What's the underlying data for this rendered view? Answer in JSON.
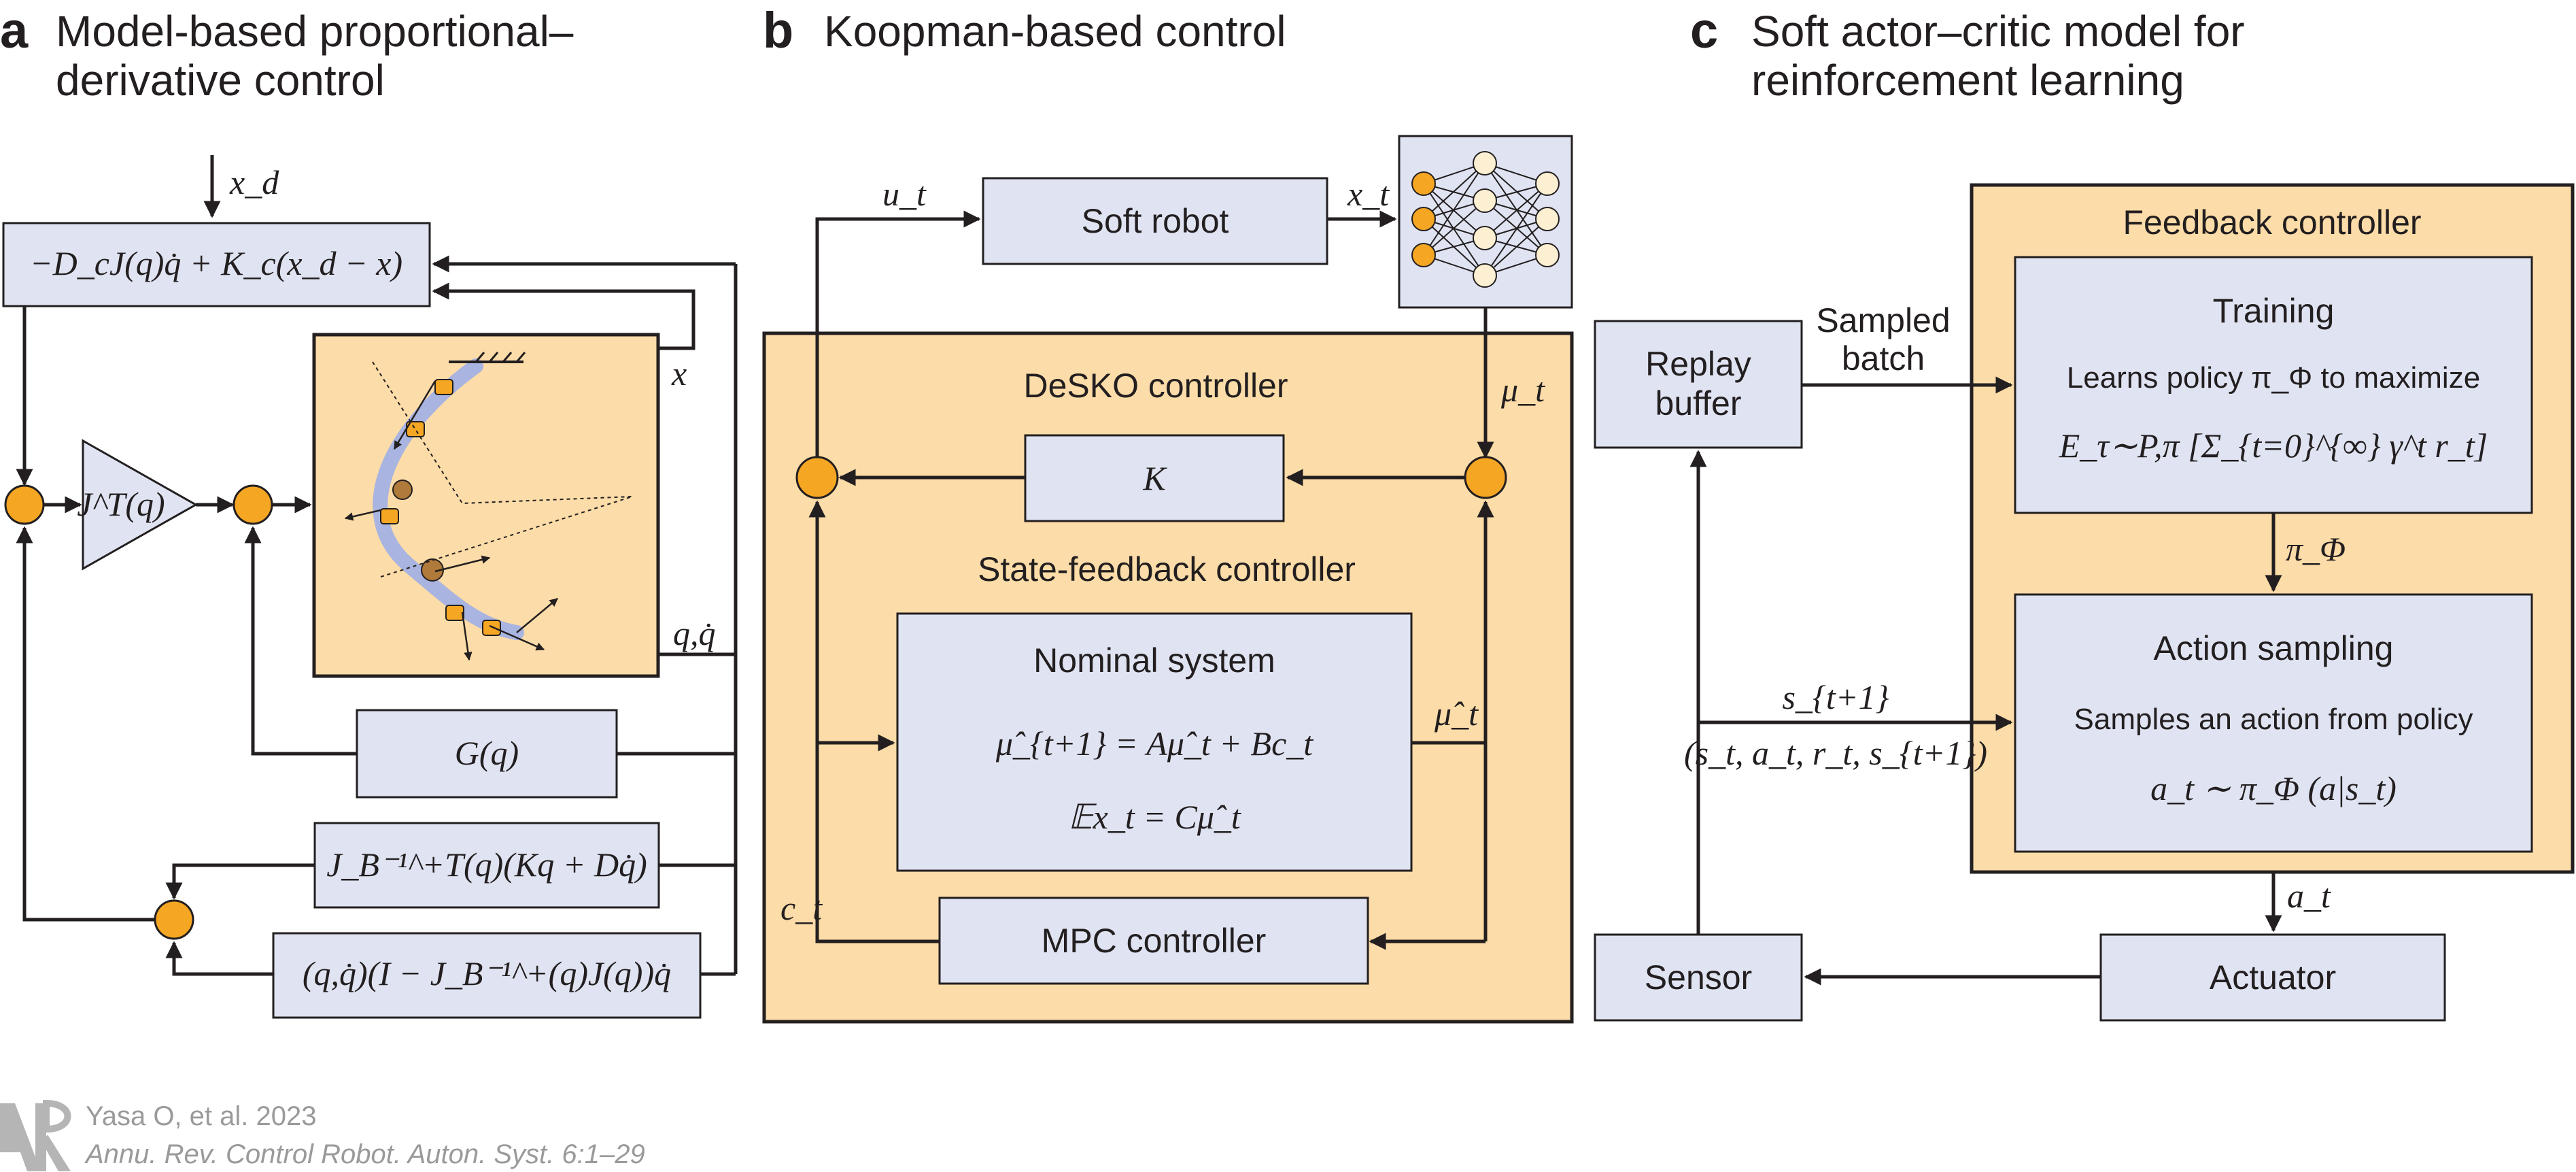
{
  "panel_a": {
    "letter": "a",
    "title_line1": "Model-based proportional–",
    "title_line2": "derivative control",
    "input_label": "x_d",
    "control_law": "−D_cJ(q)q̇ + K_c(x_d − x)",
    "jacobian_block": "J^T(q)",
    "x_label": "x",
    "qqdot_label": "q,q̇",
    "gravity_block": "G(q)",
    "stiffness_block": "J_B⁻¹^+T(q)(Kq + Dq̇)",
    "nullspace_block": "(q,q̇)(I − J_B⁻¹^+(q)J(q))q̇"
  },
  "panel_b": {
    "letter": "b",
    "title": "Koopman-based control",
    "soft_robot": "Soft robot",
    "u_label": "u_t",
    "x_label": "x_t",
    "mu_label": "μ_t",
    "desko_title": "DeSKO controller",
    "k_block": "K",
    "state_feedback_title": "State-feedback controller",
    "nominal_title": "Nominal system",
    "nominal_eq1": "μ̂_{t+1} = Aμ̂_t + Bc_t",
    "nominal_eq2": "𝔼x_t = Cμ̂_t",
    "muhat_label": "μ̂_t",
    "c_label": "c_t",
    "mpc": "MPC controller"
  },
  "panel_c": {
    "letter": "c",
    "title_line1": "Soft actor–critic model for",
    "title_line2": "reinforcement learning",
    "feedback_title": "Feedback controller",
    "replay_line1": "Replay",
    "replay_line2": "buffer",
    "sampled_line1": "Sampled",
    "sampled_line2": "batch",
    "training_title": "Training",
    "training_text": "Learns policy π_Φ to maximize",
    "training_eq": "E_τ∼P,π [Σ_{t=0}^{∞} γ^t r_t]",
    "pi_label": "π_Φ",
    "action_title": "Action sampling",
    "action_text": "Samples an action from policy",
    "action_eq": "a_t ∼ π_Φ (a|s_t)",
    "s_label": "s_{t+1}",
    "tuple_label": "(s_t, a_t, r_t, s_{t+1})",
    "a_label": "a_t",
    "sensor": "Sensor",
    "actuator": "Actuator"
  },
  "credit": {
    "line1": "Yasa O, et al. 2023",
    "line2": "Annu. Rev. Control Robot. Auton. Syst. 6:1–29"
  },
  "colors": {
    "block_fill": "#e0e4f2",
    "orange_fill": "#fcdca8",
    "node_fill": "#f5a623",
    "arm_curve": "#a9b4e0",
    "ink": "#231f20"
  }
}
